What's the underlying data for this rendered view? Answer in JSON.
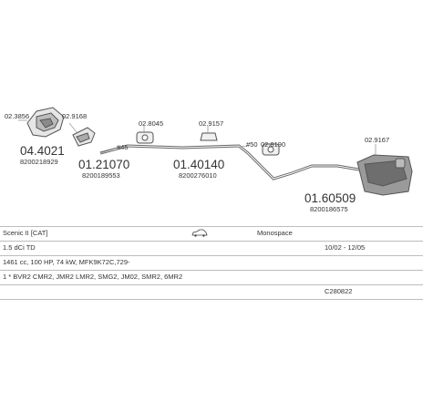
{
  "parts": [
    {
      "code": "04.4021",
      "oem": "8200218929",
      "ref": "02.3856",
      "ref2": "02.9168"
    },
    {
      "code": "01.21070",
      "oem": "8200189553",
      "ref": "#45"
    },
    {
      "code": "01.40140",
      "oem": "8200276010",
      "ref": "02.8045",
      "ref2": "02.9157",
      "ref3": "#50",
      "ref4": "02.8190"
    },
    {
      "code": "01.60509",
      "oem": "8200186575",
      "ref": "02.9167"
    }
  ],
  "vehicle": {
    "model": "Scenic II [CAT]",
    "body_type": "Monospace",
    "engine": "1.5 dCi TD",
    "years": "10/02 - 12/05",
    "spec": "1461 cc, 100 HP, 74 kW, MFK9K72C,729-",
    "variants": "1 * BVR2 CMR2, JMR2 LMR2, SMG2, JM02, SMR2, 6MR2",
    "ref_code": "C280822"
  },
  "colors": {
    "line": "#555555",
    "fill": "#e8e8e8",
    "text": "#333333"
  }
}
